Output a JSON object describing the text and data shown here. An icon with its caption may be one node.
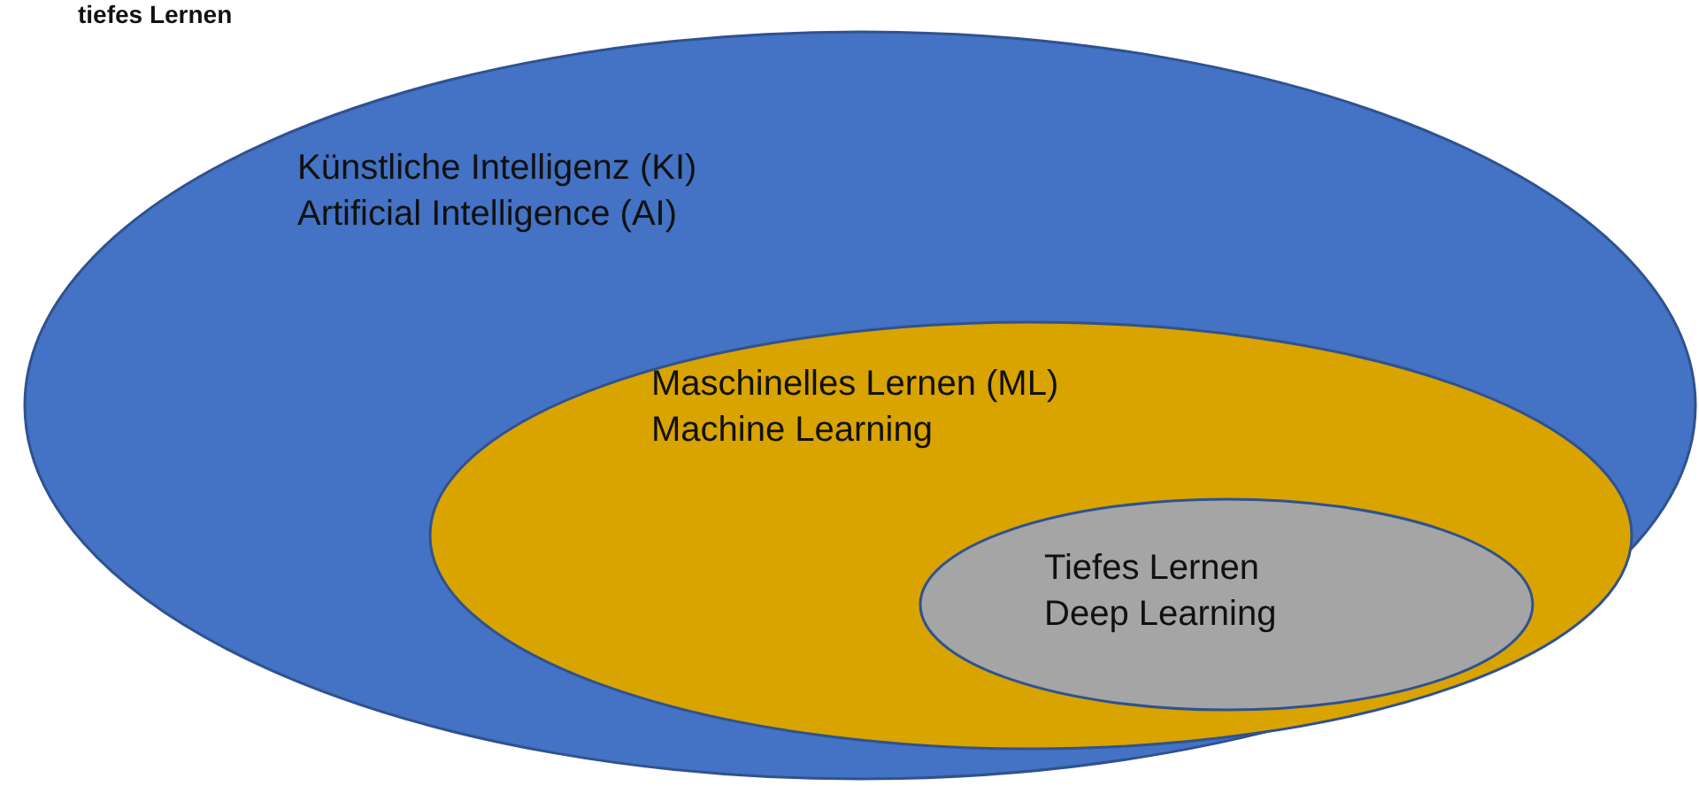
{
  "diagram": {
    "nodes": [
      {
        "text": [
          "Künstliche Intelligenz (KI) Artificial Intelligence (AI)"
        ]
      },
      {
        "text": [
          "Maschinelles Lernen (ML) Machine Learning"
        ],
        "in": 0
      },
      {
        "text": [
          "Tiefes Lernen Deep Learning"
        ],
        "in": 1
      }
    ],
    "labels": [
      "tiefes Lernen"
    ]
  }
}
